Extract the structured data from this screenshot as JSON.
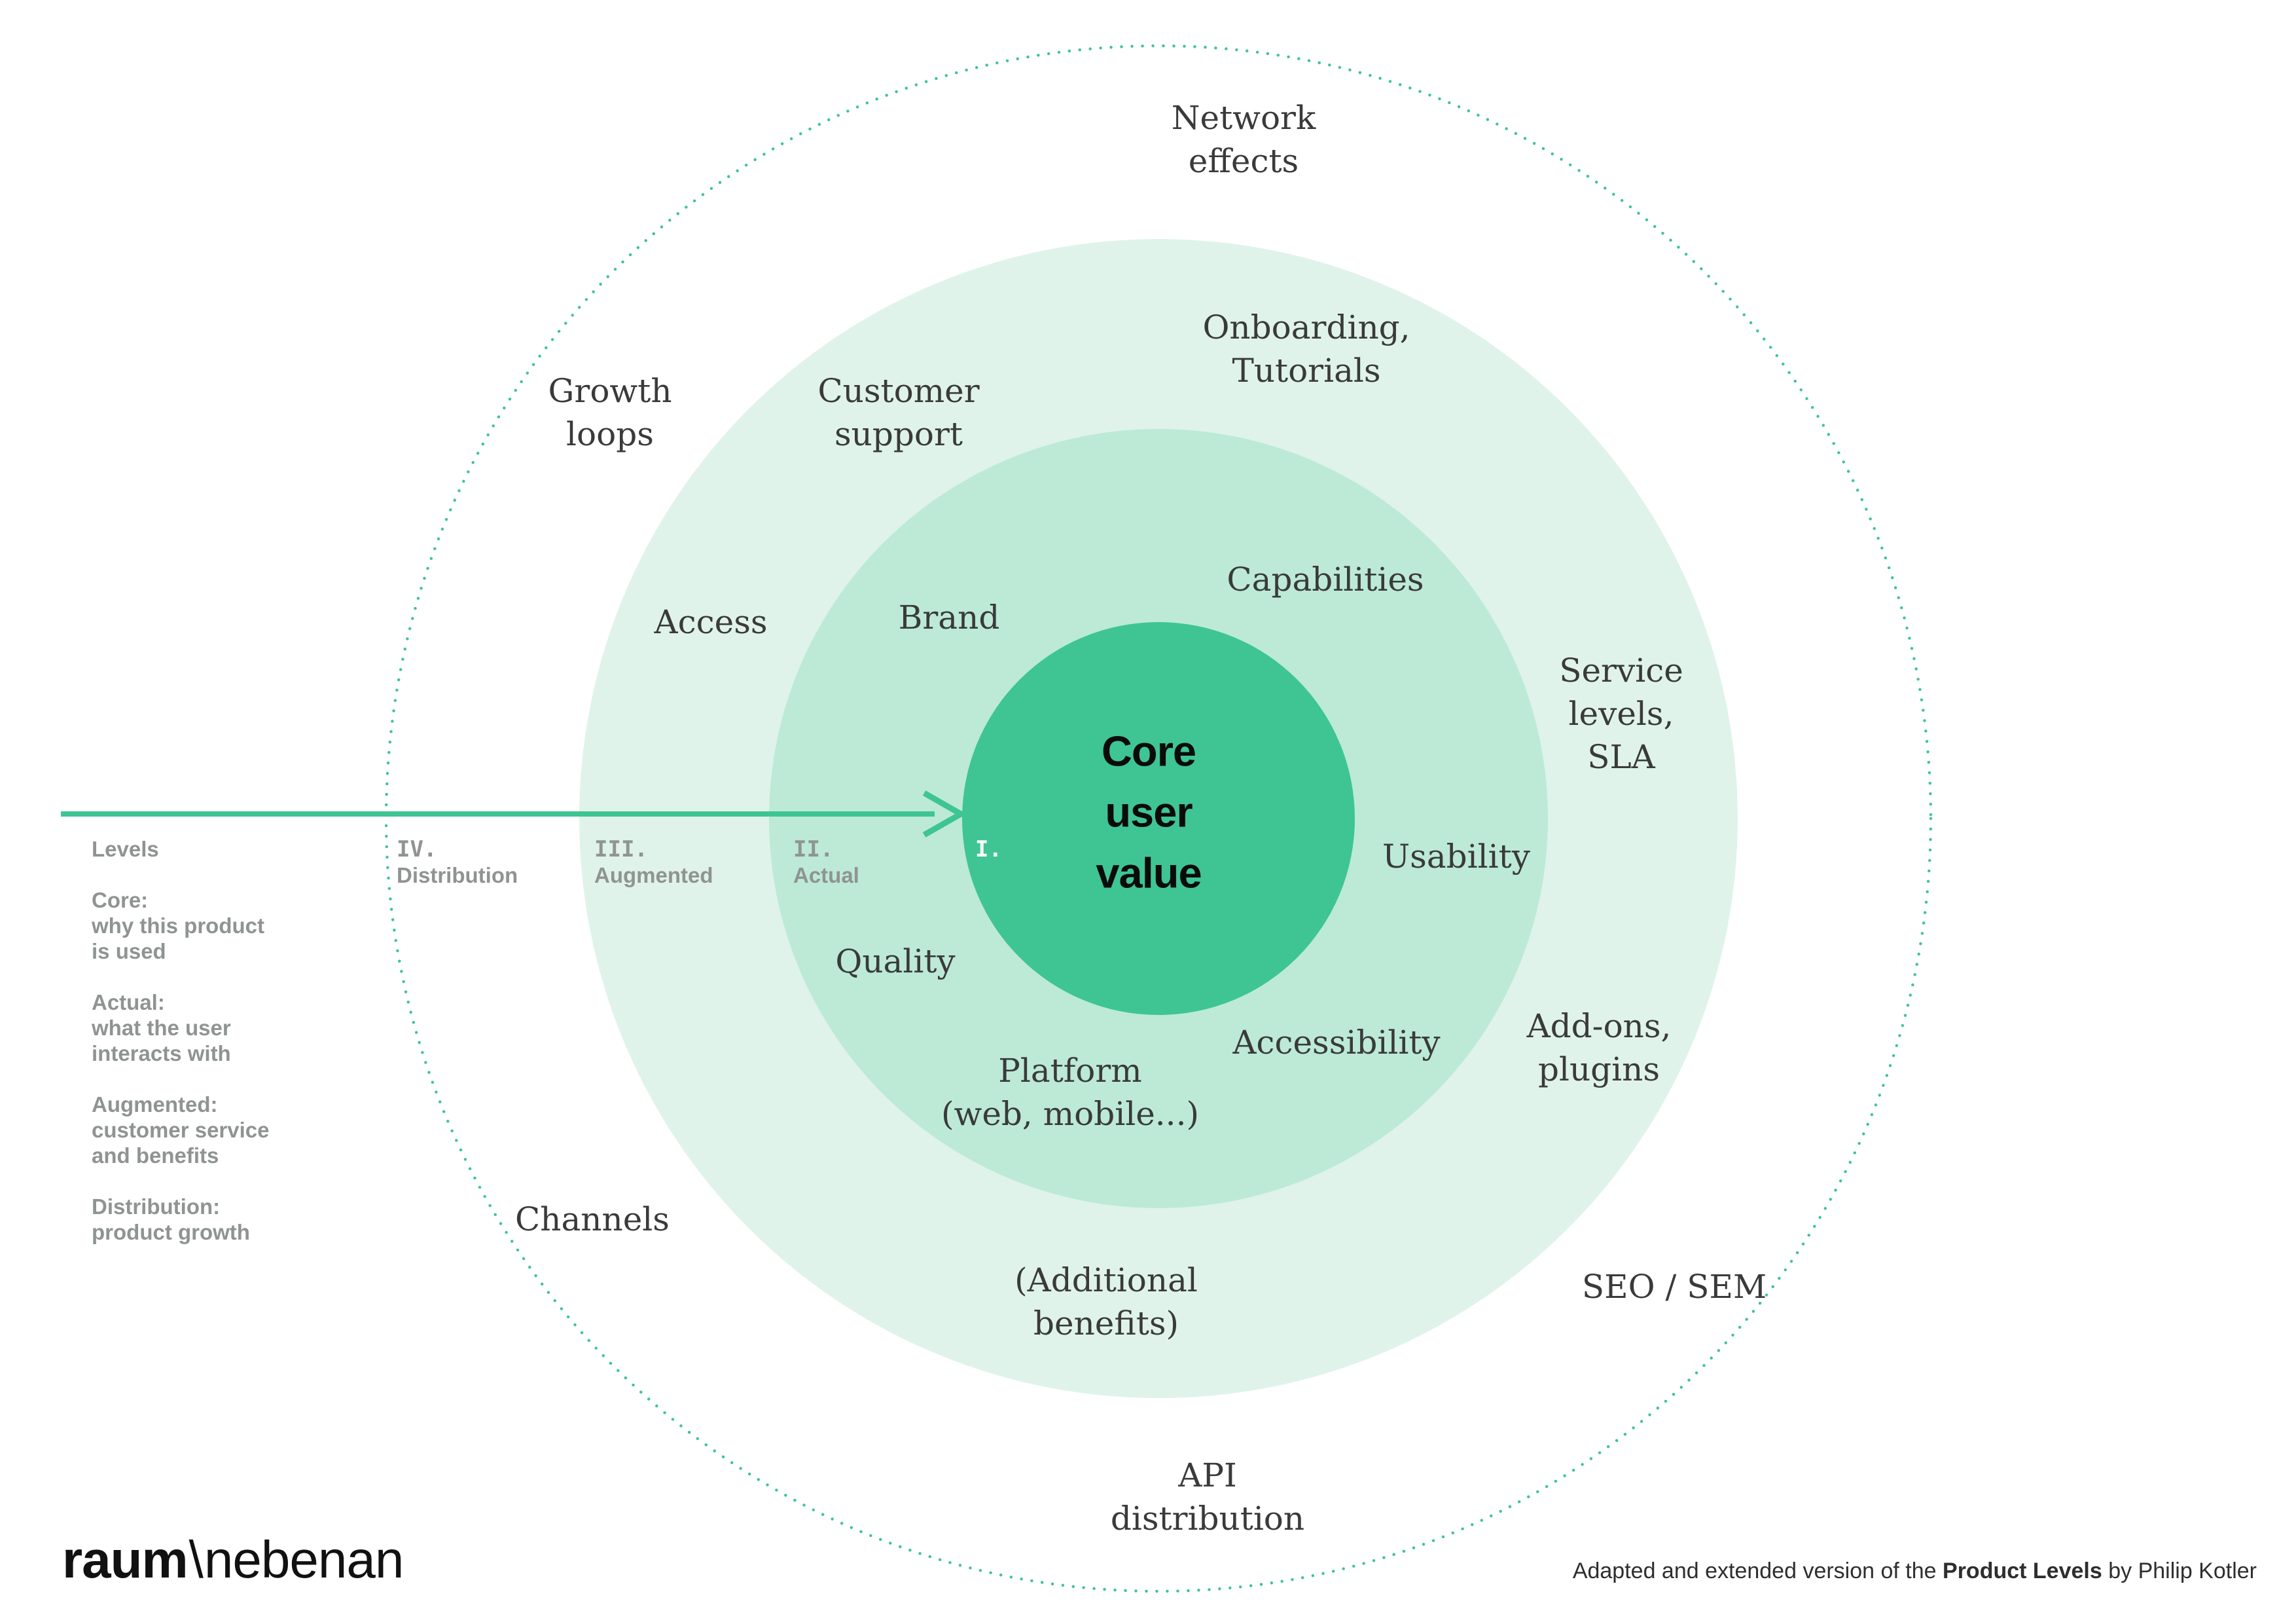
{
  "colors": {
    "green": "#3ec593",
    "ring2": "#bcead7",
    "ring3": "#dff3ea",
    "ink": "#3a3a3a",
    "muted": "#8f9492",
    "footer-ink": "#2e2e2e"
  },
  "core": {
    "label": "Core\nuser\nvalue"
  },
  "ring_labels": {
    "network_effects": "Network\neffects",
    "onboarding": "Onboarding,\nTutorials",
    "growth_loops": "Growth\nloops",
    "customer_support": "Customer\nsupport",
    "capabilities": "Capabilities",
    "access": "Access",
    "brand": "Brand",
    "service_levels": "Service\nlevels,\nSLA",
    "usability": "Usability",
    "quality": "Quality",
    "accessibility": "Accessibility",
    "addons": "Add-ons,\nplugins",
    "platform": "Platform\n(web, mobile...)",
    "channels": "Channels",
    "additional_benefits": "(Additional\nbenefits)",
    "seo_sem": "SEO / SEM",
    "api_distribution": "API\ndistribution"
  },
  "levels_scale": {
    "marks": [
      {
        "numeral": "IV.",
        "name": "Distribution"
      },
      {
        "numeral": "III.",
        "name": "Augmented"
      },
      {
        "numeral": "II.",
        "name": "Actual"
      },
      {
        "numeral": "I.",
        "name": ""
      }
    ]
  },
  "legend": {
    "title": "Levels",
    "definitions": [
      {
        "term": "Core:",
        "desc": "why this product\nis used"
      },
      {
        "term": "Actual:",
        "desc": "what the user\ninteracts with"
      },
      {
        "term": "Augmented:",
        "desc": "customer service\nand benefits"
      },
      {
        "term": "Distribution:",
        "desc": "product growth"
      }
    ]
  },
  "footer": {
    "logo": {
      "bold": "raum",
      "separator": "\\",
      "light": "nebenan"
    },
    "attribution": {
      "prefix": "Adapted and extended version of the ",
      "highlight": "Product Levels",
      "suffix": " by Philip Kotler"
    }
  }
}
